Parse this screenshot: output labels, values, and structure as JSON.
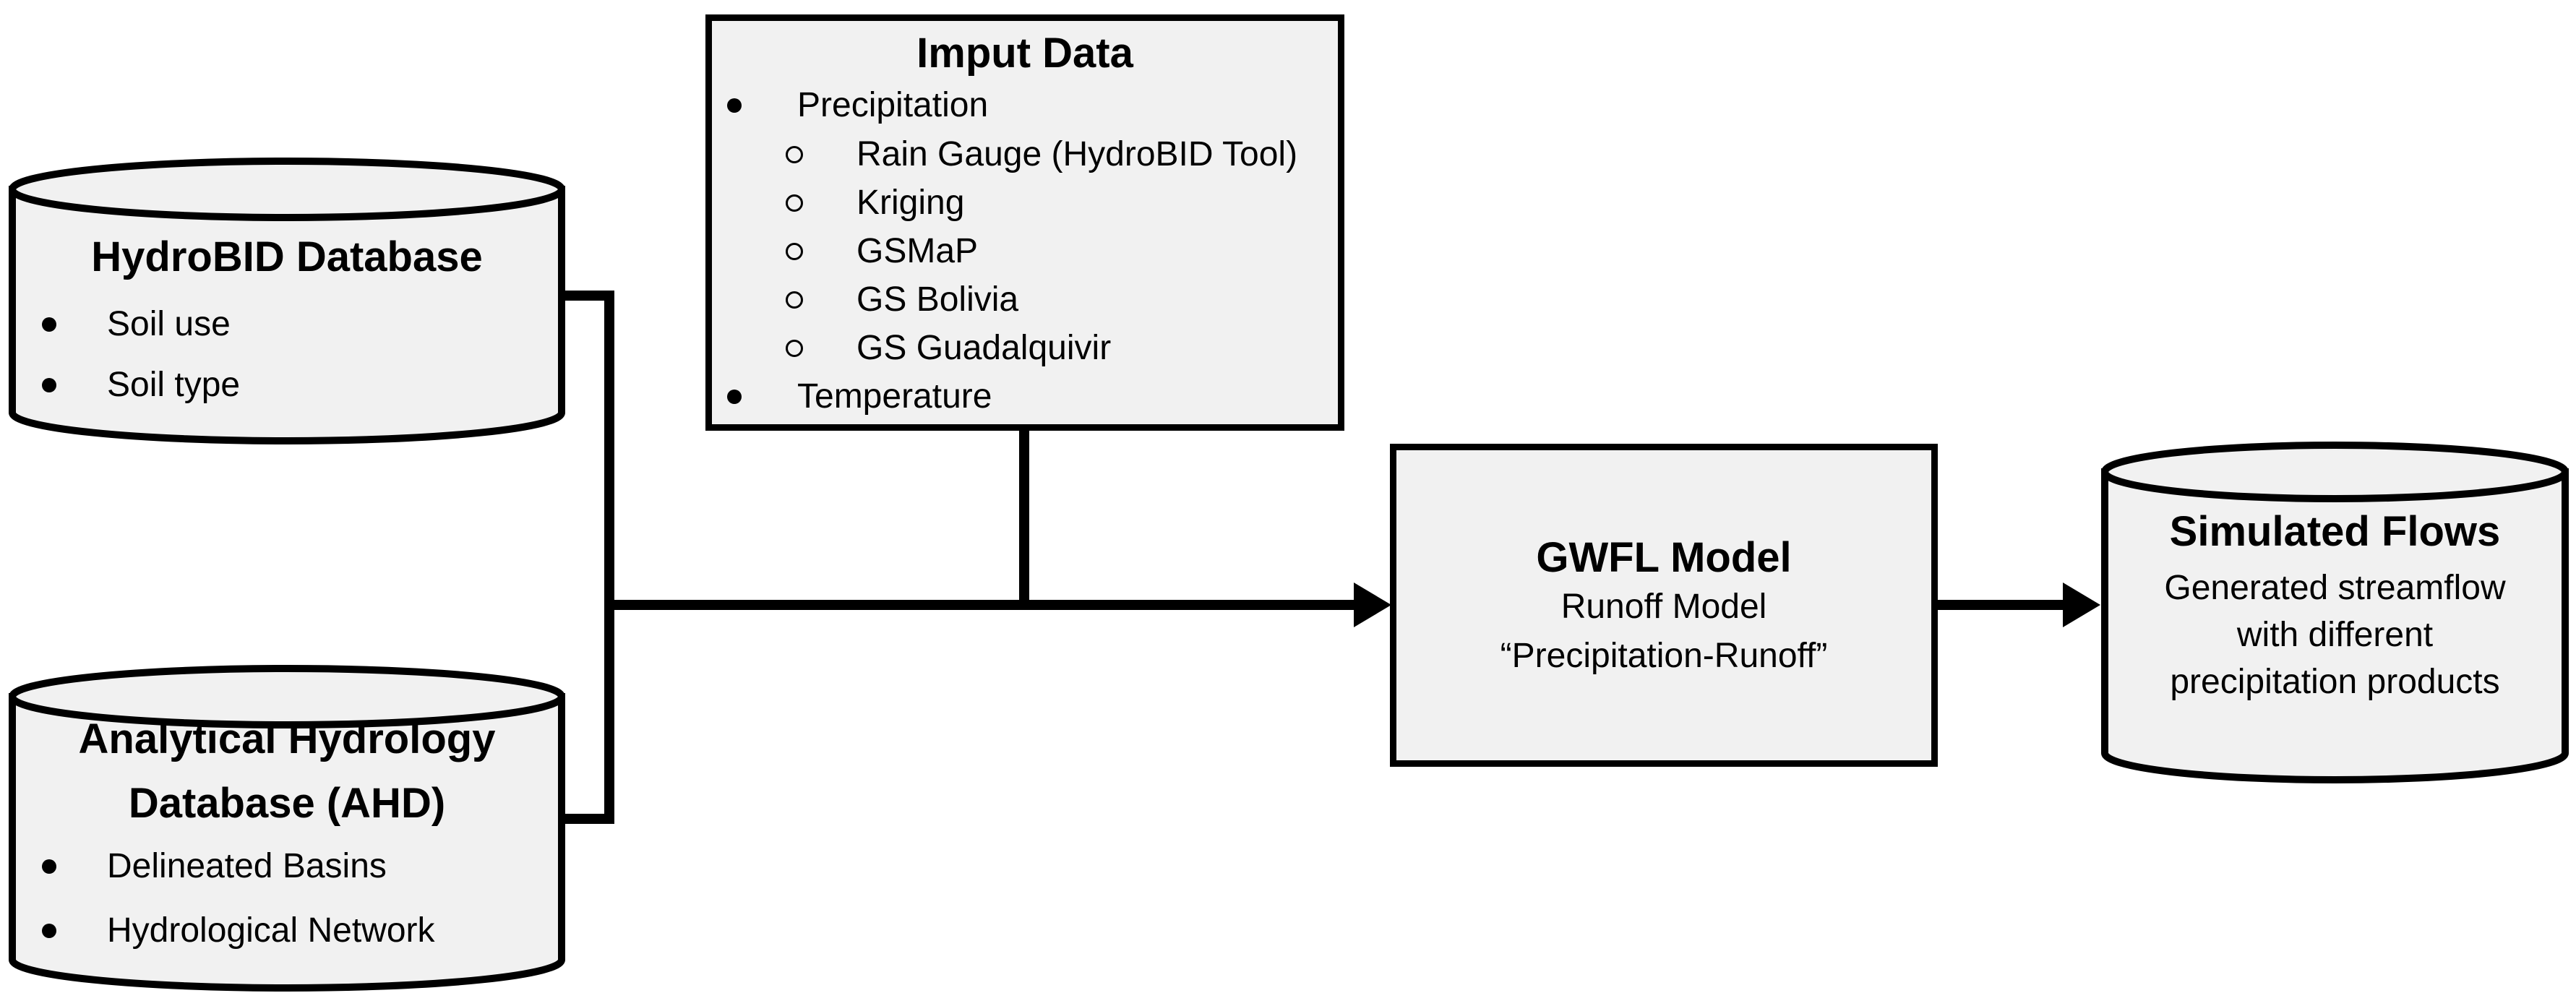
{
  "diagram": {
    "background": "#ffffff",
    "node_fill": "#f1f1f1",
    "line_color": "#000000"
  },
  "nodes": {
    "hydrobid_database": {
      "shape": "cylinder",
      "title": "HydroBID Database",
      "items": [
        "Soil use",
        "Soil type"
      ]
    },
    "input_data": {
      "shape": "rectangle",
      "title": "Imput Data",
      "items": [
        {
          "level": 1,
          "text": "Precipitation"
        },
        {
          "level": 2,
          "text": "Rain Gauge (HydroBID Tool)"
        },
        {
          "level": 2,
          "text": "Kriging"
        },
        {
          "level": 2,
          "text": "GSMaP"
        },
        {
          "level": 2,
          "text": "GS Bolivia"
        },
        {
          "level": 2,
          "text": "GS Guadalquivir"
        },
        {
          "level": 1,
          "text": "Temperature"
        }
      ]
    },
    "ahd_database": {
      "shape": "cylinder",
      "title_lines": [
        "Analytical Hydrology",
        "Database (AHD)"
      ],
      "items": [
        "Delineated Basins",
        "Hydrological Network"
      ]
    },
    "gwfl_model": {
      "shape": "rectangle",
      "title": "GWFL Model",
      "lines": [
        "Runoff Model",
        "“Precipitation-Runoff”"
      ]
    },
    "simulated_flows": {
      "shape": "cylinder",
      "title": "Simulated Flows",
      "lines": [
        "Generated streamflow",
        "with different",
        "precipitation products"
      ]
    }
  },
  "edges": [
    {
      "from": "hydrobid_database",
      "to": "gwfl_model",
      "type": "arrow"
    },
    {
      "from": "ahd_database",
      "to": "gwfl_model",
      "type": "arrow"
    },
    {
      "from": "input_data",
      "to": "gwfl_model",
      "type": "arrow"
    },
    {
      "from": "gwfl_model",
      "to": "simulated_flows",
      "type": "arrow"
    }
  ]
}
